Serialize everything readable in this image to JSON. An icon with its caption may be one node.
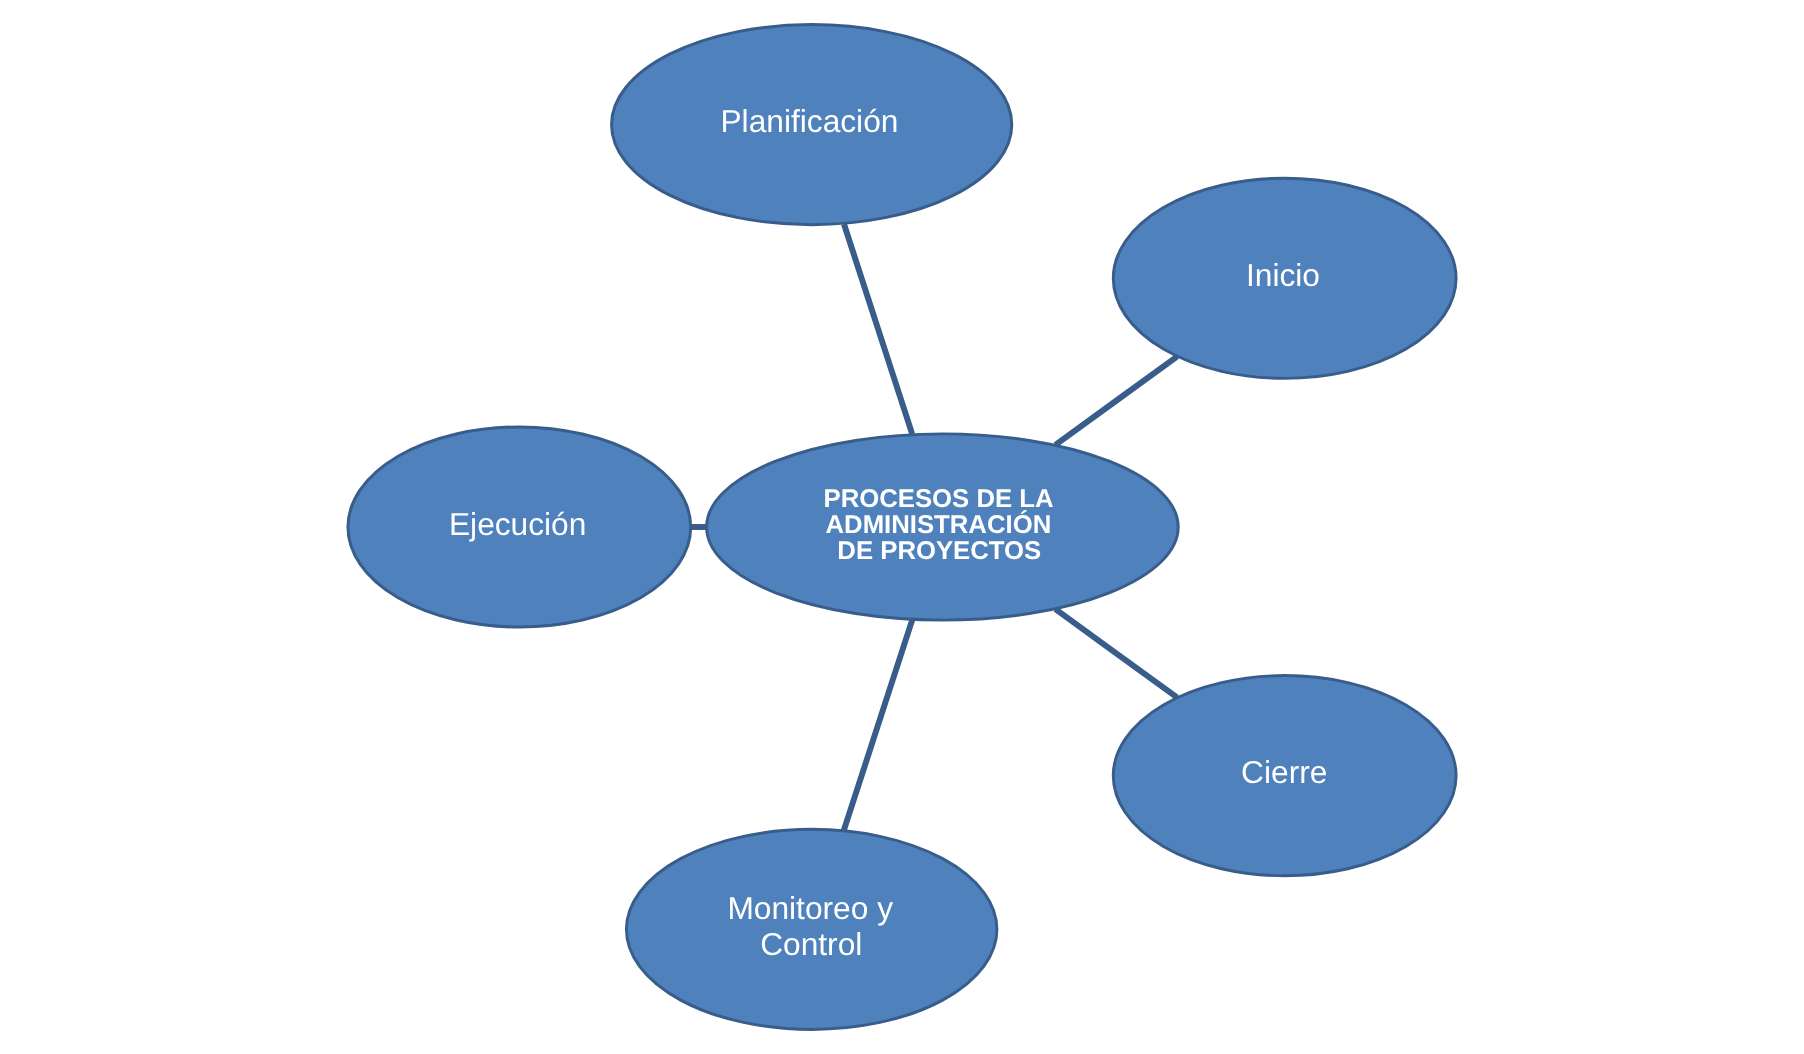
{
  "diagram": {
    "nodes": [
      {
        "text": [
          "PROCESOS DE LA ADMINISTRACIÓN DE PROYECTOS"
        ]
      },
      {
        "text": [
          "Inicio"
        ]
      },
      {
        "text": [
          "Planificación"
        ]
      },
      {
        "text": [
          "Ejecución"
        ]
      },
      {
        "text": [
          "Monitoreo y Control"
        ]
      },
      {
        "text": [
          "Cierre"
        ]
      }
    ],
    "edges": [
      {
        "from": 0,
        "to": 1,
        "arrow": "none"
      },
      {
        "from": 0,
        "to": 2,
        "arrow": "none"
      },
      {
        "from": 0,
        "to": 3,
        "arrow": "none"
      },
      {
        "from": 0,
        "to": 4,
        "arrow": "none"
      },
      {
        "from": 0,
        "to": 5,
        "arrow": "none"
      }
    ]
  }
}
